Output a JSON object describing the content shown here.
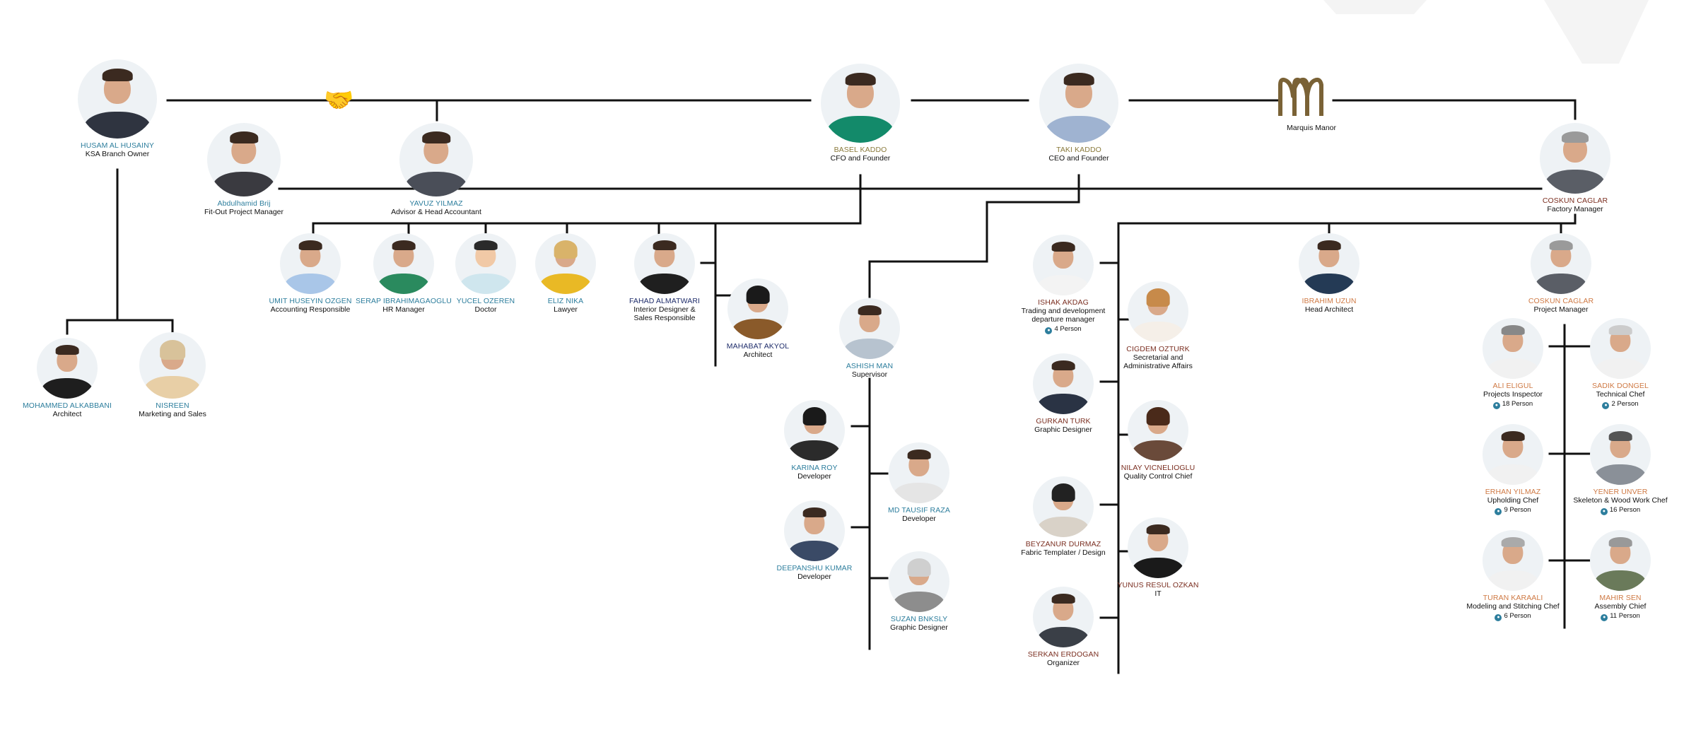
{
  "brand": {
    "label": "Marquis Manor",
    "color": "#7a6236"
  },
  "colors": {
    "teal": "#2d7e9d",
    "gold": "#8a7a3c",
    "orange": "#cf7a45",
    "brown": "#7b2f21",
    "navy": "#1f2d6b"
  },
  "icons": {
    "partnership": "handshake-icon",
    "person_count": "person-icon"
  },
  "people": [
    {
      "id": "husam",
      "name": "HUSAM AL HUSAINY",
      "role": "KSA Branch Owner"
    },
    {
      "id": "abdulhamid",
      "name": "Abdulhamid Brij",
      "role": "Fit-Out Project Manager"
    },
    {
      "id": "yavuz",
      "name": "YAVUZ YILMAZ",
      "role": "Advisor & Head Accountant"
    },
    {
      "id": "basel",
      "name": "BASEL KADDO",
      "role": "CFO and Founder"
    },
    {
      "id": "taki",
      "name": "TAKI KADDO",
      "role": "CEO and Founder"
    },
    {
      "id": "coskun1",
      "name": "COSKUN CAGLAR",
      "role": "Factory Manager"
    },
    {
      "id": "mohammed",
      "name": "MOHAMMED ALKABBANI",
      "role": "Architect"
    },
    {
      "id": "nisreen",
      "name": "NISREEN",
      "role": "Marketing and Sales"
    },
    {
      "id": "umit",
      "name": "UMIT HUSEYIN OZGEN",
      "role": "Accounting Responsible"
    },
    {
      "id": "serap",
      "name": "SERAP IBRAHIMAGAOGLU",
      "role": "HR Manager"
    },
    {
      "id": "yucel",
      "name": "YUCEL OZEREN",
      "role": "Doctor"
    },
    {
      "id": "eliz",
      "name": "ELIZ NIKA",
      "role": "Lawyer"
    },
    {
      "id": "fahad",
      "name": "FAHAD ALMATWARI",
      "role": "Interior Designer & Sales Responsible"
    },
    {
      "id": "mahabat",
      "name": "MAHABAT AKYOL",
      "role": "Architect"
    },
    {
      "id": "ashish",
      "name": "ASHISH MAN",
      "role": "Supervisor"
    },
    {
      "id": "karina",
      "name": "KARINA ROY",
      "role": "Developer"
    },
    {
      "id": "tausif",
      "name": "MD TAUSIF RAZA",
      "role": "Developer"
    },
    {
      "id": "deepanshu",
      "name": "DEEPANSHU KUMAR",
      "role": "Developer"
    },
    {
      "id": "suzan",
      "name": "SUZAN BNKSLY",
      "role": "Graphic Designer"
    },
    {
      "id": "ishak",
      "name": "ISHAK AKDAG",
      "role": "Trading  and development departure manager",
      "count": "4 Person"
    },
    {
      "id": "cigdem",
      "name": "CIGDEM OZTURK",
      "role": "Secretarial and Administrative Affairs"
    },
    {
      "id": "gurkan",
      "name": "GURKAN TURK",
      "role": "Graphic Designer"
    },
    {
      "id": "nilay",
      "name": "NILAY VICNELIOGLU",
      "role": "Quality Control Chief"
    },
    {
      "id": "beyzanur",
      "name": "BEYZANUR DURMAZ",
      "role": "Fabric Templater / Design"
    },
    {
      "id": "yunus",
      "name": "YUNUS RESUL OZKAN",
      "role": "IT"
    },
    {
      "id": "serkan",
      "name": "SERKAN ERDOGAN",
      "role": "Organizer"
    },
    {
      "id": "ibrahim",
      "name": "IBRAHIM UZUN",
      "role": "Head Architect"
    },
    {
      "id": "coskun2",
      "name": "COSKUN CAGLAR",
      "role": "Project Manager"
    },
    {
      "id": "ali",
      "name": "ALI ELIGUL",
      "role": "Projects Inspector",
      "count": "18 Person"
    },
    {
      "id": "sadik",
      "name": "SADIK DONGEL",
      "role": "Technical Chef",
      "count": "2 Person"
    },
    {
      "id": "erhan",
      "name": "ERHAN YILMAZ",
      "role": "Upholding Chef",
      "count": "9 Person"
    },
    {
      "id": "yener",
      "name": "YENER UNVER",
      "role": "Skeleton & Wood Work Chef",
      "count": "16 Person"
    },
    {
      "id": "turan",
      "name": "TURAN KARAALI",
      "role": "Modeling and Stitching Chef",
      "count": "6 Person"
    },
    {
      "id": "mahir",
      "name": "MAHIR SEN",
      "role": "Assembly Chief",
      "count": "11 Person"
    }
  ]
}
